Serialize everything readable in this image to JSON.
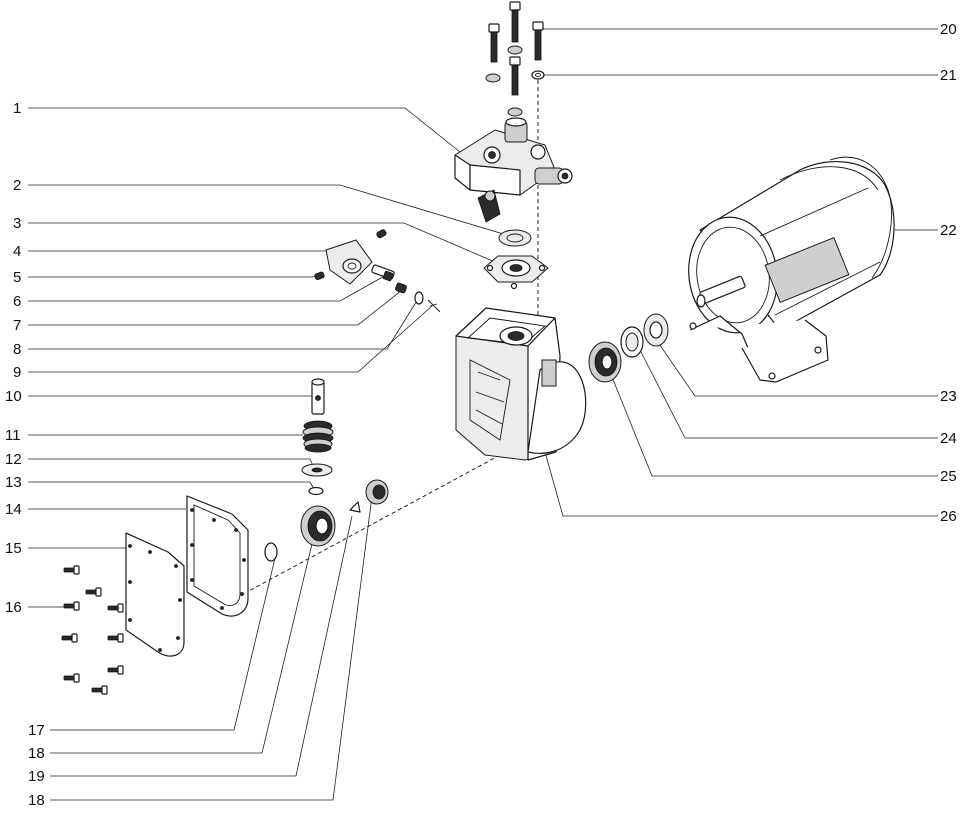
{
  "callouts": [
    {
      "id": "c1",
      "text": "1"
    },
    {
      "id": "c2",
      "text": "2"
    },
    {
      "id": "c3",
      "text": "3"
    },
    {
      "id": "c4",
      "text": "4"
    },
    {
      "id": "c5",
      "text": "5"
    },
    {
      "id": "c6",
      "text": "6"
    },
    {
      "id": "c7",
      "text": "7"
    },
    {
      "id": "c8",
      "text": "8"
    },
    {
      "id": "c9",
      "text": "9"
    },
    {
      "id": "c10",
      "text": "10"
    },
    {
      "id": "c11",
      "text": "11"
    },
    {
      "id": "c12",
      "text": "12"
    },
    {
      "id": "c13",
      "text": "13"
    },
    {
      "id": "c14",
      "text": "14"
    },
    {
      "id": "c15",
      "text": "15"
    },
    {
      "id": "c16",
      "text": "16"
    },
    {
      "id": "c17",
      "text": "17"
    },
    {
      "id": "c18a",
      "text": "18"
    },
    {
      "id": "c19",
      "text": "19"
    },
    {
      "id": "c18b",
      "text": "18"
    },
    {
      "id": "c20",
      "text": "20"
    },
    {
      "id": "c21",
      "text": "21"
    },
    {
      "id": "c22",
      "text": "22"
    },
    {
      "id": "c23",
      "text": "23"
    },
    {
      "id": "c24",
      "text": "24"
    },
    {
      "id": "c25",
      "text": "25"
    },
    {
      "id": "c26",
      "text": "26"
    }
  ]
}
